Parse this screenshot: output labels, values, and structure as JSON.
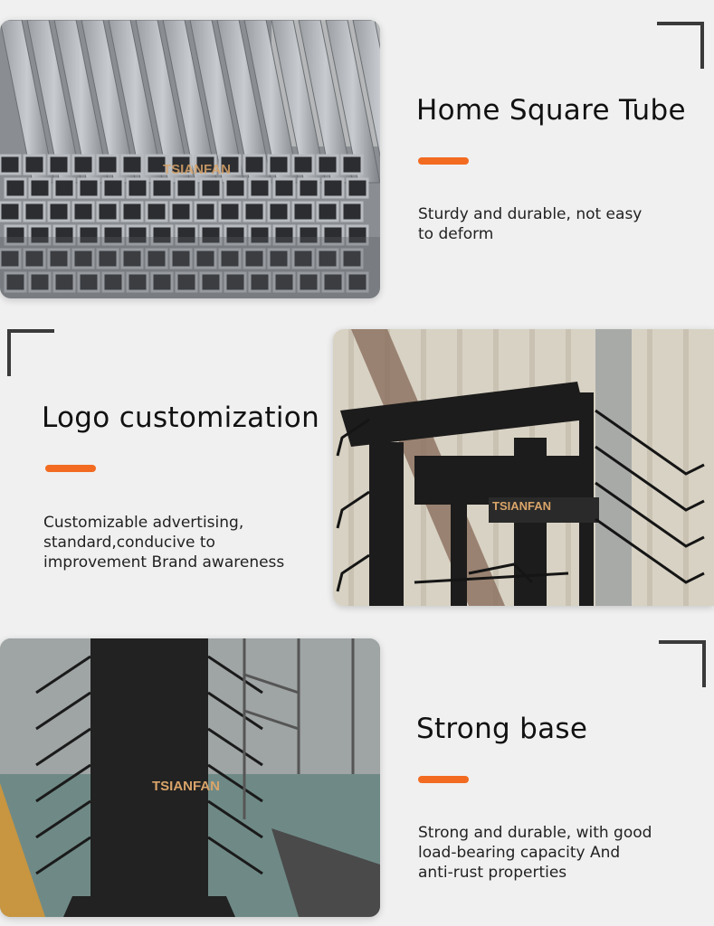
{
  "colors": {
    "accent": "#f26b21",
    "background": "#f0f0f0",
    "bracket": "#3a3a3a"
  },
  "sections": [
    {
      "title": "Home Square Tube",
      "description_lines": [
        "Sturdy and durable, not easy",
        "to deform"
      ]
    },
    {
      "title": "Logo customization",
      "description_lines": [
        "Customizable advertising,",
        "standard,conducive to",
        "improvement Brand awareness"
      ]
    },
    {
      "title": "Strong base",
      "description_lines": [
        "Strong and durable, with good",
        "load-bearing capacity And",
        "anti-rust properties"
      ]
    }
  ],
  "watermark": "TSIANFAN"
}
